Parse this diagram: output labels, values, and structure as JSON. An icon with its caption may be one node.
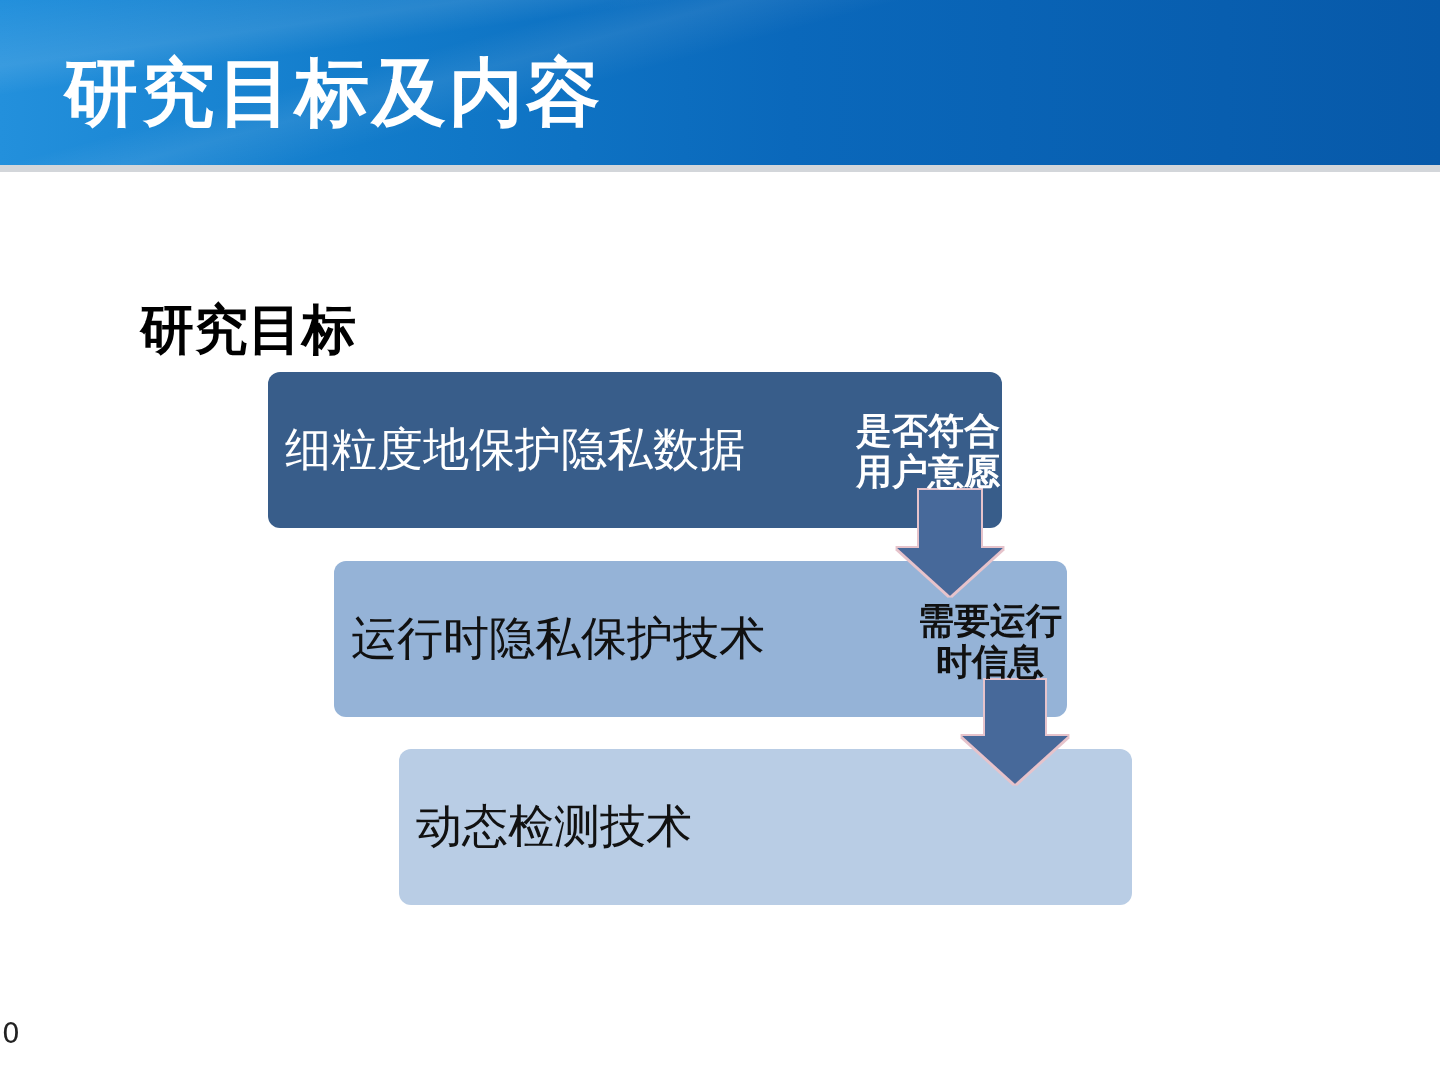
{
  "diagram": {
    "title": "研究目标及内容",
    "nodes": [
      {
        "text": [
          "细粒度地保护隐私数据"
        ]
      },
      {
        "text": [
          "运行时隐私保护技术"
        ]
      },
      {
        "text": [
          "动态检测技术"
        ]
      }
    ],
    "edges": [
      {
        "from": 0,
        "to": 1,
        "arrow": "to",
        "label": "是否符合用户意愿"
      },
      {
        "from": 1,
        "to": 2,
        "arrow": "to",
        "label": "需要运行时信息"
      }
    ],
    "labels": [
      "研究目标",
      "0"
    ]
  }
}
